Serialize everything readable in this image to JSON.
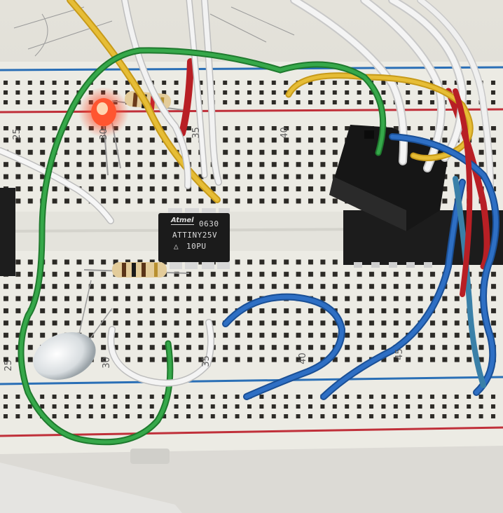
{
  "breadboard": {
    "column_numbers": {
      "top_25": "25",
      "top_30": "30",
      "top_35": "35",
      "top_40": "40",
      "bottom_25": "25",
      "bottom_30": "30",
      "bottom_35": "35",
      "bottom_40": "40",
      "bottom_45": "45"
    }
  },
  "microcontroller": {
    "brand": "Atmel",
    "date_code": "0630",
    "part_number": "ATTINY25V",
    "speed_grade": "10PU",
    "pin1_mark": "△"
  },
  "components": {
    "led_red_state": "lit",
    "led_white_state": "unlit",
    "resistor_top_bands": [
      "brown",
      "black",
      "red",
      "gold"
    ],
    "resistor_middle_bands": [
      "brown",
      "black",
      "brown",
      "gold"
    ]
  },
  "colors": {
    "board": "#ecebe4",
    "rail_red": "#c0303a",
    "rail_blue": "#2a6fb6",
    "wire_green": "#2a9a3c",
    "wire_blue": "#1f5fb0",
    "wire_yellow": "#e0b020",
    "wire_red": "#c8252c",
    "wire_white": "#f2f2f2",
    "ic_body": "#1b1b1b"
  }
}
